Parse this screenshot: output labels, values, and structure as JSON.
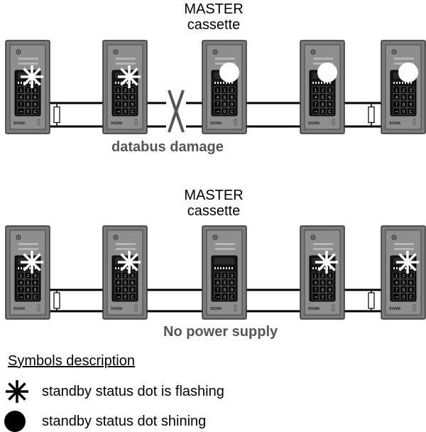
{
  "diagram": {
    "top_scenario": {
      "master_label_line1": "MASTER",
      "master_label_line2": "cassette",
      "caption": "databus damage",
      "cassettes": [
        {
          "id": 1,
          "status": "flashing"
        },
        {
          "id": 2,
          "status": "flashing"
        },
        {
          "id": 3,
          "status": "shining",
          "role": "master"
        },
        {
          "id": 4,
          "status": "shining"
        },
        {
          "id": 5,
          "status": "shining"
        }
      ],
      "fault": "bus break between cassette 2 and 3"
    },
    "bottom_scenario": {
      "master_label_line1": "MASTER",
      "master_label_line2": "cassette",
      "caption": "No power supply",
      "cassettes": [
        {
          "id": 1,
          "status": "flashing"
        },
        {
          "id": 2,
          "status": "flashing"
        },
        {
          "id": 3,
          "status": "off",
          "role": "master"
        },
        {
          "id": 4,
          "status": "flashing"
        },
        {
          "id": 5,
          "status": "flashing"
        }
      ]
    },
    "keypad_keys": [
      "1",
      "2",
      "3",
      "4",
      "5",
      "6",
      "7",
      "8",
      "9",
      "⊸",
      "0",
      "C"
    ],
    "brand_text": "SIGMA",
    "legend": {
      "title": "Symbols description",
      "items": [
        {
          "icon": "asterisk-icon",
          "text": "standby status dot is flashing"
        },
        {
          "icon": "filled-circle-icon",
          "text": "standby status dot shining"
        }
      ]
    },
    "colors": {
      "cassette_body": "#777777",
      "cassette_inner": "#8a8a8a",
      "keypad": "#111111",
      "caption_gray": "#555555"
    }
  }
}
